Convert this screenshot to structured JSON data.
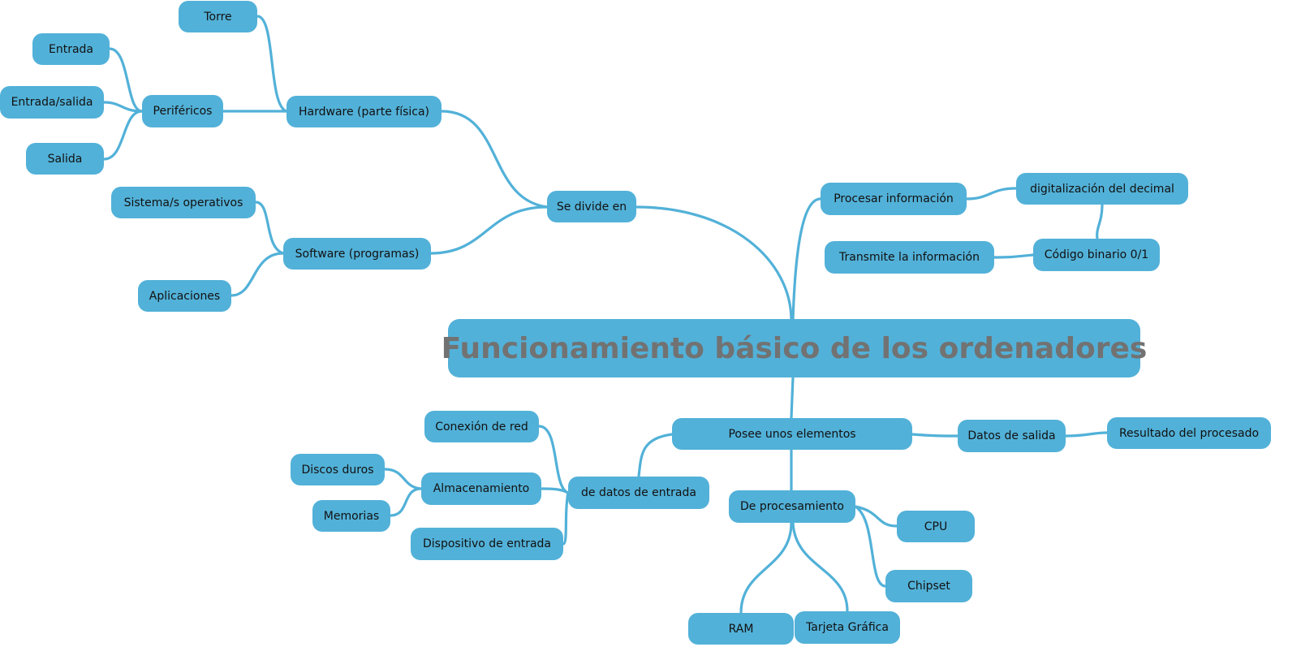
{
  "title": "Funcionamiento básico de los ordenadores",
  "colors": {
    "node": "#52b1d8",
    "title_text": "#727272",
    "line": "#52b1d8"
  },
  "nodes": {
    "se_divide_en": "Se divide en",
    "hardware": "Hardware (parte física)",
    "torre": "Torre",
    "perifericos": "Periféricos",
    "entrada": "Entrada",
    "entrada_salida": "Entrada/salida",
    "salida": "Salida",
    "software": "Software (programas)",
    "sistemas_operativos": "Sistema/s operativos",
    "aplicaciones": "Aplicaciones",
    "procesar": "Procesar información",
    "digitalizacion": "digitalización del decimal",
    "codigo_binario": "Código binario 0/1",
    "transmite": "Transmite la información",
    "posee": "Posee unos elementos",
    "datos_salida": "Datos de salida",
    "resultado": "Resultado del procesado",
    "datos_entrada": "de datos de entrada",
    "conexion_red": "Conexión de red",
    "almacenamiento": "Almacenamiento",
    "discos_duros": "Discos duros",
    "memorias": "Memorias",
    "dispositivo_entrada": "Dispositivo de entrada",
    "procesamiento": "De procesamiento",
    "cpu": "CPU",
    "chipset": "Chipset",
    "ram": "RAM",
    "tarjeta_grafica": "Tarjeta Gráfica"
  }
}
